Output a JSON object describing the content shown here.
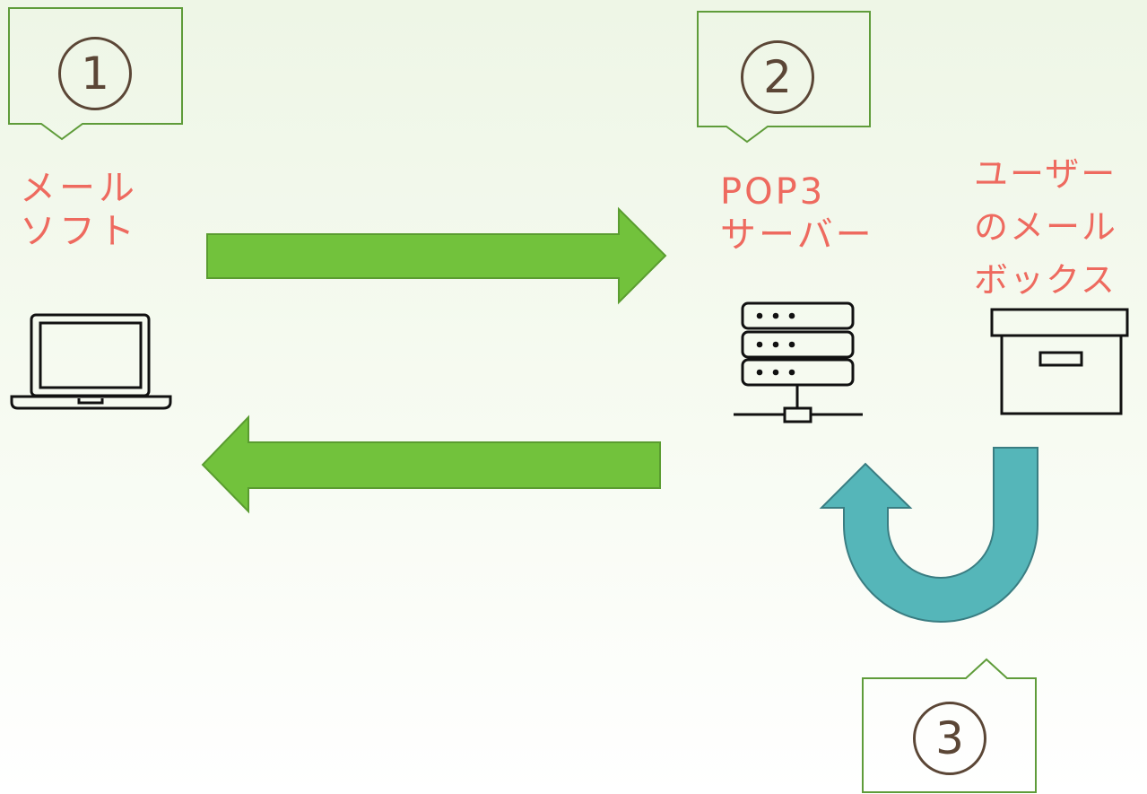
{
  "steps": [
    {
      "number": "1"
    },
    {
      "number": "2"
    },
    {
      "number": "3"
    }
  ],
  "nodes": {
    "mail_software": {
      "line1": "メール",
      "line2": "ソフト",
      "icon": "laptop-icon"
    },
    "pop3_server": {
      "line1": "POP3",
      "line2": "サーバー",
      "icon": "server-icon"
    },
    "user_mailbox": {
      "line1": "ユーザー",
      "line2": "のメール",
      "line3": "ボックス",
      "icon": "box-icon"
    }
  },
  "colors": {
    "label": "#ee6a5f",
    "arrow_green": "#72c23c",
    "arrow_teal": "#55b6b9",
    "callout_border": "#5f9c3a",
    "step_circle": "#5b4636"
  }
}
